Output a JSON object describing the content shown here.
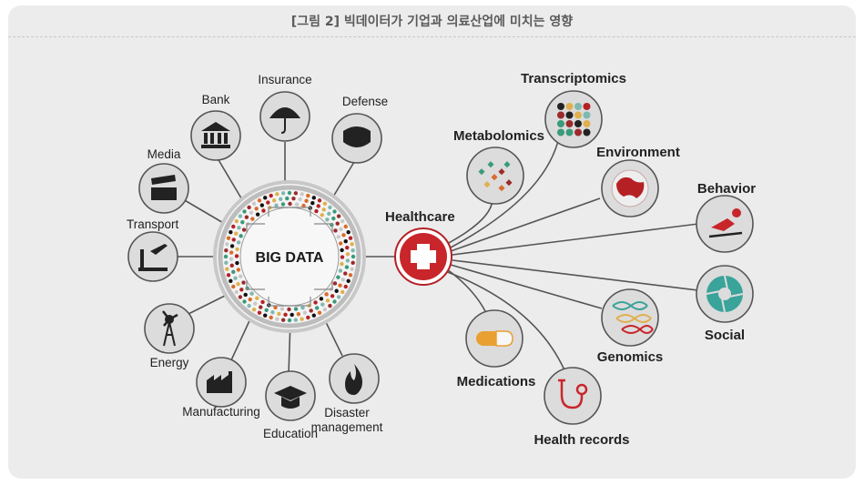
{
  "caption": "[그림 2] 빅데이터가 기업과 의료산업에 미치는 영향",
  "center": {
    "label": "BIG DATA"
  },
  "hub": {
    "label": "Healthcare"
  },
  "left_nodes": [
    {
      "label": "Insurance",
      "icon": "umbrella-icon"
    },
    {
      "label": "Bank",
      "icon": "bank-icon"
    },
    {
      "label": "Defense",
      "icon": "police-badge-icon"
    },
    {
      "label": "Media",
      "icon": "clapperboard-icon"
    },
    {
      "label": "Transport",
      "icon": "airport-icon"
    },
    {
      "label": "Energy",
      "icon": "wind-turbine-icon"
    },
    {
      "label": "Manufacturing",
      "icon": "factory-icon"
    },
    {
      "label": "Education",
      "icon": "graduation-cap-icon"
    },
    {
      "label": "Disaster",
      "label2": "management",
      "icon": "fire-icon"
    }
  ],
  "right_nodes": [
    {
      "label": "Transcriptomics",
      "icon": "heatmap-grid-icon"
    },
    {
      "label": "Metabolomics",
      "icon": "scatter-dots-icon"
    },
    {
      "label": "Environment",
      "icon": "globe-icon"
    },
    {
      "label": "Behavior",
      "icon": "skier-icon"
    },
    {
      "label": "Social",
      "icon": "aperture-icon"
    },
    {
      "label": "Genomics",
      "icon": "dna-icon"
    },
    {
      "label": "Medications",
      "icon": "pill-icon"
    },
    {
      "label": "Health records",
      "icon": "stethoscope-icon"
    }
  ]
}
